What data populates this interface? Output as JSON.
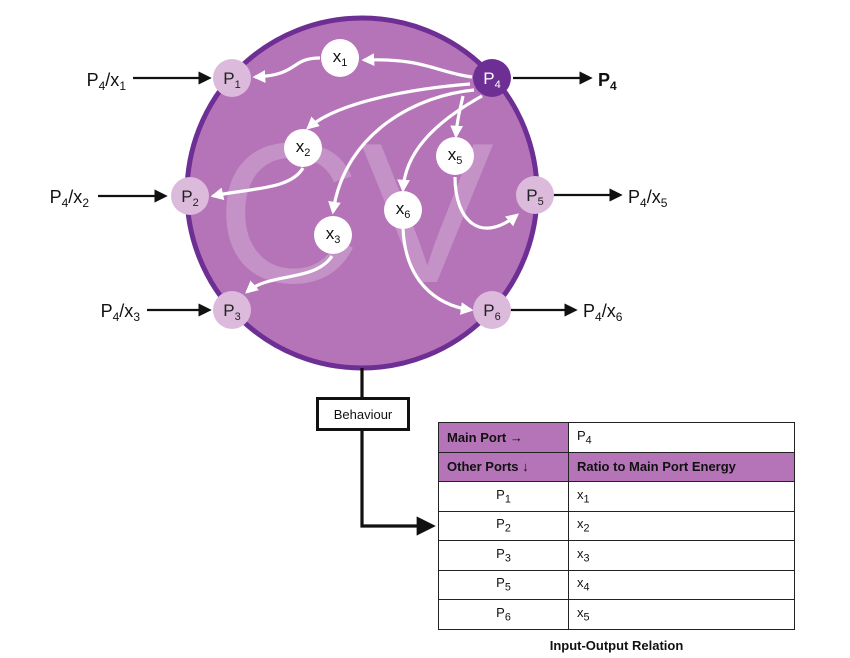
{
  "node_labels": {
    "p1": {
      "base": "P",
      "sub": "1"
    },
    "p2": {
      "base": "P",
      "sub": "2"
    },
    "p3": {
      "base": "P",
      "sub": "3"
    },
    "p4": {
      "base": "P",
      "sub": "4"
    },
    "p5": {
      "base": "P",
      "sub": "5"
    },
    "p6": {
      "base": "P",
      "sub": "6"
    },
    "x1": {
      "base": "x",
      "sub": "1"
    },
    "x2": {
      "base": "x",
      "sub": "2"
    },
    "x3": {
      "base": "x",
      "sub": "3"
    },
    "x5": {
      "base": "x",
      "sub": "5"
    },
    "x6": {
      "base": "x",
      "sub": "6"
    }
  },
  "external_labels": {
    "in1": {
      "a": "P",
      "as": "4",
      "b": "/x",
      "bs": "1"
    },
    "in2": {
      "a": "P",
      "as": "4",
      "b": "/x",
      "bs": "2"
    },
    "in3": {
      "a": "P",
      "as": "4",
      "b": "/x",
      "bs": "3"
    },
    "out4": {
      "a": "P",
      "as": "4"
    },
    "out5": {
      "a": "P",
      "as": "4",
      "b": "/x",
      "bs": "5"
    },
    "out6": {
      "a": "P",
      "as": "4",
      "b": "/x",
      "bs": "6"
    }
  },
  "watermark": "CV",
  "behaviour_label": "Behaviour",
  "table": {
    "main_port_label": "Main Port →",
    "main_port_value": {
      "base": "P",
      "sub": "4"
    },
    "other_ports_label": "Other Ports ↓",
    "ratio_label": "Ratio to Main Port Energy",
    "rows": [
      {
        "port": "P",
        "port_sub": "1",
        "ratio": "x",
        "ratio_sub": "1"
      },
      {
        "port": "P",
        "port_sub": "2",
        "ratio": "x",
        "ratio_sub": "2"
      },
      {
        "port": "P",
        "port_sub": "3",
        "ratio": "x",
        "ratio_sub": "3"
      },
      {
        "port": "P",
        "port_sub": "5",
        "ratio": "x",
        "ratio_sub": "4"
      },
      {
        "port": "P",
        "port_sub": "6",
        "ratio": "x",
        "ratio_sub": "5"
      }
    ],
    "caption": "Input-Output Relation"
  },
  "colors": {
    "circle_fill": "#b574b8",
    "circle_stroke": "#6e2f95",
    "port_fill": "#dcbadb",
    "main_port_fill": "#6e2f95",
    "header_fill": "#b574b8"
  }
}
